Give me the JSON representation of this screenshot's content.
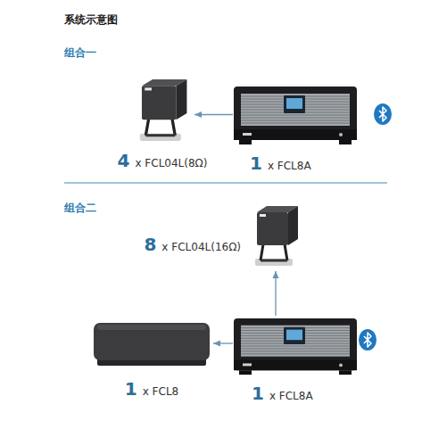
{
  "diagram": {
    "title": "系统示意图",
    "nodes": [
      {
        "text": [
          "4",
          "x FCL04L(8Ω)"
        ]
      },
      {
        "text": [
          "1",
          "x FCL8A"
        ]
      },
      {
        "text": [
          "8",
          "x FCL04L(16Ω)"
        ]
      },
      {
        "text": [
          "1",
          "x FCL8"
        ]
      },
      {
        "text": [
          "1",
          "x FCL8A"
        ]
      }
    ],
    "edges": [
      {
        "from": 1,
        "to": 0,
        "arrow": "to"
      },
      {
        "from": 4,
        "to": 2,
        "arrow": "to"
      },
      {
        "from": 4,
        "to": 3,
        "arrow": "to"
      }
    ],
    "labels": [
      "组合一",
      "组合二"
    ]
  }
}
